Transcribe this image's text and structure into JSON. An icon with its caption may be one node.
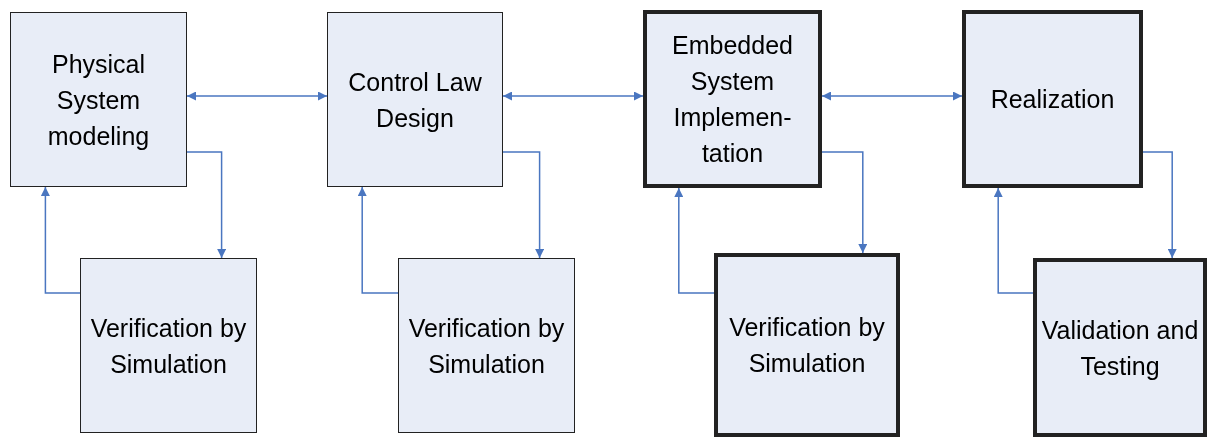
{
  "diagram": {
    "nodes": [
      {
        "text": [
          "Physical System modeling"
        ]
      },
      {
        "text": [
          "Control Law Design"
        ]
      },
      {
        "text": [
          "Embedded System Implemen-tation"
        ]
      },
      {
        "text": [
          "Realization"
        ]
      },
      {
        "text": [
          "Verification by Simulation"
        ]
      },
      {
        "text": [
          "Verification by Simulation"
        ]
      },
      {
        "text": [
          "Verification by Simulation"
        ]
      },
      {
        "text": [
          "Validation and Testing"
        ]
      }
    ],
    "edges": [
      {
        "from": 0,
        "to": 1,
        "arrow": "both"
      },
      {
        "from": 1,
        "to": 2,
        "arrow": "both"
      },
      {
        "from": 2,
        "to": 3,
        "arrow": "both"
      },
      {
        "from": 0,
        "to": 4,
        "arrow": "to"
      },
      {
        "from": 4,
        "to": 0,
        "arrow": "to"
      },
      {
        "from": 1,
        "to": 5,
        "arrow": "to"
      },
      {
        "from": 5,
        "to": 1,
        "arrow": "to"
      },
      {
        "from": 2,
        "to": 6,
        "arrow": "to"
      },
      {
        "from": 6,
        "to": 2,
        "arrow": "to"
      },
      {
        "from": 3,
        "to": 7,
        "arrow": "to"
      },
      {
        "from": 7,
        "to": 3,
        "arrow": "to"
      }
    ]
  }
}
